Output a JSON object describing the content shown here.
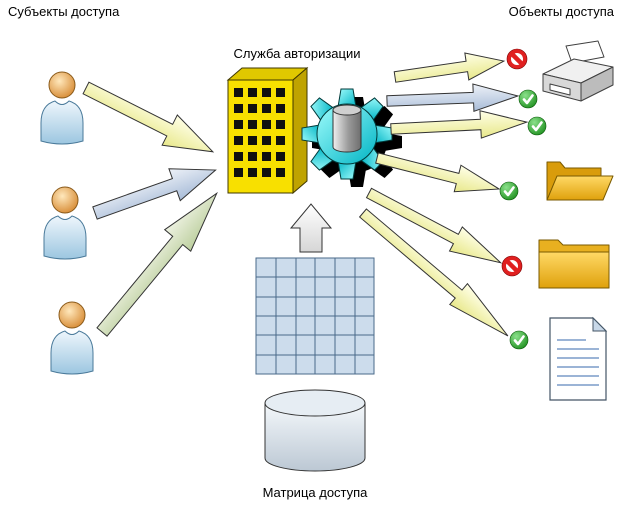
{
  "labels": {
    "subjects": "Субъекты доступа",
    "objects": "Объекты доступа",
    "service": "Служба авторизации",
    "matrix": "Матрица доступа"
  },
  "colors": {
    "arrow_yellow": "#f2f2a0",
    "arrow_blue": "#c9d6ea",
    "arrow_green": "#d9e3c5",
    "gear": "#00d8d8",
    "building": "#f8e000",
    "folder": "#eeb421",
    "allow_green": "#35b335",
    "deny_red": "#e02020",
    "matrix_cell": "#ccdcec"
  },
  "icons": {
    "subject": "person-silhouette",
    "service": "building-with-gear",
    "printer": "printer",
    "folder_open": "open-folder",
    "folder_closed": "closed-folder",
    "document": "document-with-lines",
    "allow": "green-check-circle",
    "deny": "red-prohibition-circle",
    "matrix": "grid-6x6",
    "storage": "database-cylinder"
  },
  "diagram": {
    "subjects": [
      {
        "id": "user-1",
        "arrow_color": "yellow"
      },
      {
        "id": "user-2",
        "arrow_color": "blue"
      },
      {
        "id": "user-3",
        "arrow_color": "green"
      }
    ],
    "service": {
      "components": [
        "building",
        "gear"
      ]
    },
    "objects": [
      {
        "id": "printer",
        "decisions": [
          "deny",
          "allow",
          "allow"
        ]
      },
      {
        "id": "folder-open",
        "decisions": [
          "allow"
        ]
      },
      {
        "id": "folder-closed",
        "decisions": [
          "deny"
        ]
      },
      {
        "id": "document",
        "decisions": [
          "allow"
        ]
      }
    ],
    "matrix": {
      "grid": "6x6",
      "storage": "database",
      "feeds": "service"
    }
  }
}
